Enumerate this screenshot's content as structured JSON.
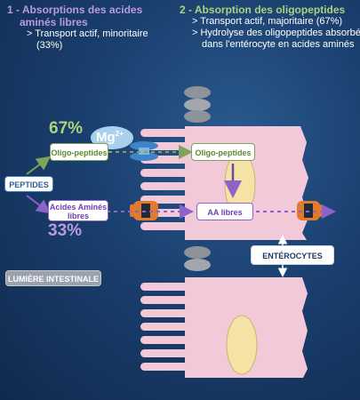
{
  "route1": {
    "title_line1": "1 - Absorptions des acides",
    "title_line2": "aminés libres",
    "bullet_line1": "> Transport actif, minoritaire",
    "bullet_line2": "(33%)"
  },
  "route2": {
    "title": "2 - Absorption des oligopeptides",
    "bullet1": "> Transport actif, majoritaire (67%)",
    "bullet2_line1": "> Hydrolyse des oligopeptides absorbés",
    "bullet2_line2": "dans l'entérocyte en acides aminés"
  },
  "labels": {
    "pct_67": "67%",
    "pct_33": "33%",
    "mg": "Mg",
    "mg_sup": "2+",
    "oligo_left": "Oligo-peptides",
    "oligo_right": "Oligo-peptides",
    "peptides": "PEPTIDES",
    "aa_left_line1": "Acides Aminés",
    "aa_left_line2": "libres",
    "aa_right": "AA libres",
    "enterocytes": "ENTÉROCYTES",
    "lumiere": "LUMIÈRE INTESTINALE"
  },
  "colors": {
    "purple": "#8e62c8",
    "green": "#7ea35a",
    "cell_pink": "#f1c9d8",
    "nucleus": "#f5e3a6",
    "transporter_orange": "#e07b2d",
    "transporter_blue": "#3f84c6"
  }
}
